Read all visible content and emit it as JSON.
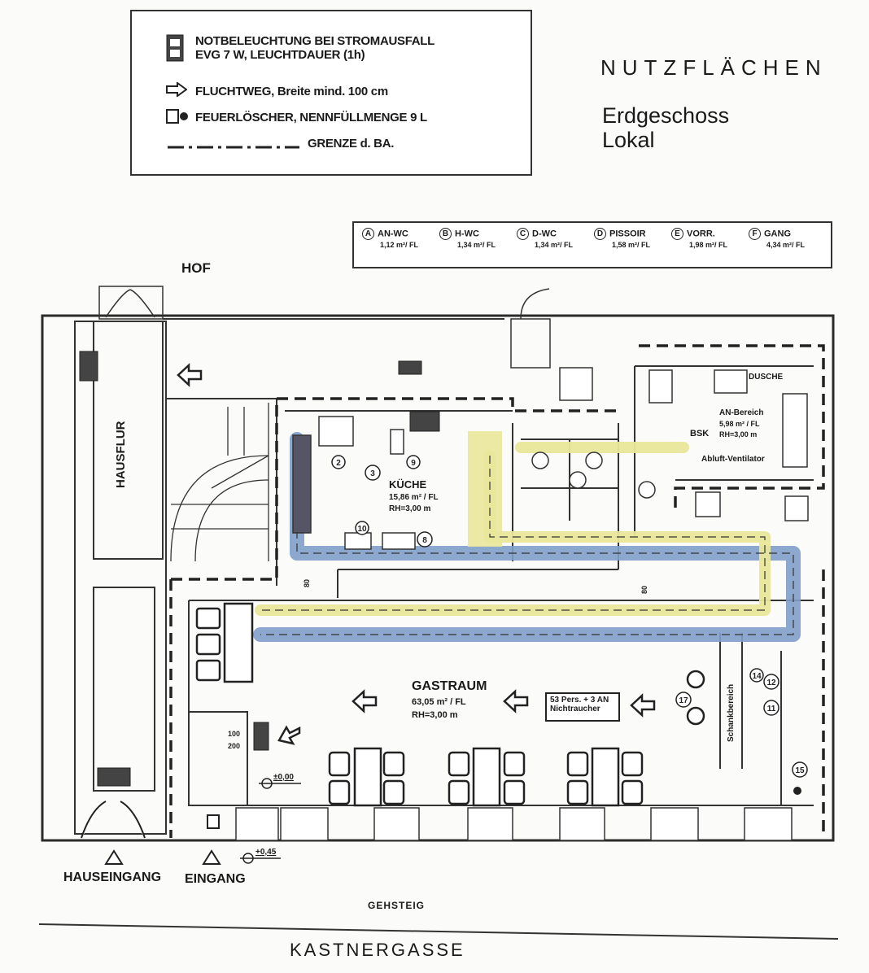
{
  "legend": {
    "emergency_light_line1": "NOTBELEUCHTUNG BEI STROMAUSFALL",
    "emergency_light_line2": "EVG 7 W,  LEUCHTDAUER (1h)",
    "escape_route": "FLUCHTWEG, Breite mind. 100 cm",
    "extinguisher": "FEUERLÖSCHER, NENNFÜLLMENGE 9 L",
    "boundary": "GRENZE d. BA."
  },
  "title": {
    "main": "NUTZFLÄCHEN",
    "floor": "Erdgeschoss",
    "use": "Lokal"
  },
  "area_legend": [
    {
      "key": "A",
      "name": "AN-WC",
      "value": "1,12 m²/ FL"
    },
    {
      "key": "B",
      "name": "H-WC",
      "value": "1,34 m²/ FL"
    },
    {
      "key": "C",
      "name": "D-WC",
      "value": "1,34 m²/ FL"
    },
    {
      "key": "D",
      "name": "PISSOIR",
      "value": "1,58 m²/ FL"
    },
    {
      "key": "E",
      "name": "VORR.",
      "value": "1,98 m²/ FL"
    },
    {
      "key": "F",
      "name": "GANG",
      "value": "4,34 m²/ FL"
    }
  ],
  "rooms": {
    "hof": "HOF",
    "hausflur": "HAUSFLUR",
    "kueche_name": "KÜCHE",
    "kueche_area": "15,86 m² / FL",
    "kueche_height": "RH=3,00 m",
    "gastraum_name": "GASTRAUM",
    "gastraum_area": "63,05 m² / FL",
    "gastraum_height": "RH=3,00 m",
    "seats_line1": "53 Pers. + 3 AN",
    "seats_line2": "Nichtraucher",
    "dusche": "DUSCHE",
    "an_bereich_name": "AN-Bereich",
    "an_bereich_area": "5,98 m² / FL",
    "an_bereich_height": "RH=3,00 m",
    "abluft": "Abluft-Ventilator",
    "bsk": "BSK",
    "schankbereich": "Schankbereich"
  },
  "entrances": {
    "hauseingang": "HAUSEINGANG",
    "eingang": "EINGANG"
  },
  "levels": {
    "ground": "±0,00",
    "street": "+0,45"
  },
  "street": {
    "gehsteig": "GEHSTEIG",
    "kastnergasse": "KASTNERGASSE"
  },
  "door_tags": {
    "main_door_top": "100",
    "main_door_bottom": "200",
    "kitchen_door": "80",
    "wc_door": "80"
  },
  "numbers": [
    "2",
    "3",
    "8",
    "9",
    "10",
    "11",
    "12",
    "14",
    "15",
    "17"
  ],
  "colors": {
    "duct_blue": "#7f9fc9",
    "duct_yellow": "#e9e79a",
    "wall": "#2b2b2b"
  }
}
